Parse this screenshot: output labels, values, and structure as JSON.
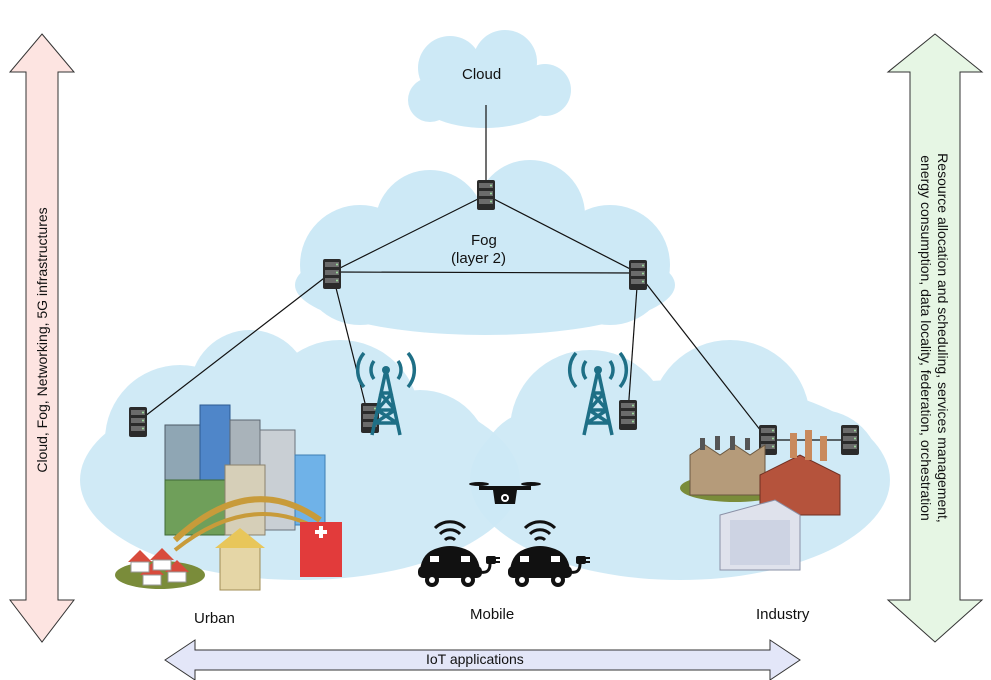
{
  "labels": {
    "cloud": "Cloud",
    "fog_line1": "Fog",
    "fog_line2": "(layer 2)",
    "urban": "Urban",
    "mobile": "Mobile",
    "industry": "Industry",
    "iot": "IoT applications",
    "left_arrow": "Cloud, Fog, Networking, 5G infrastructures",
    "right_arrow_line1": "Resource allocation and scheduling, services management,",
    "right_arrow_line2": "energy consumption, data locality, federation, orchestration"
  },
  "colors": {
    "cloud_fill": "#cde9f6",
    "left_arrow_fill": "#fde4e1",
    "right_arrow_fill": "#e6f6e4",
    "bottom_arrow_fill": "#e3e6f8",
    "server": "#2a2a2a",
    "tower": "#1e6f86"
  }
}
